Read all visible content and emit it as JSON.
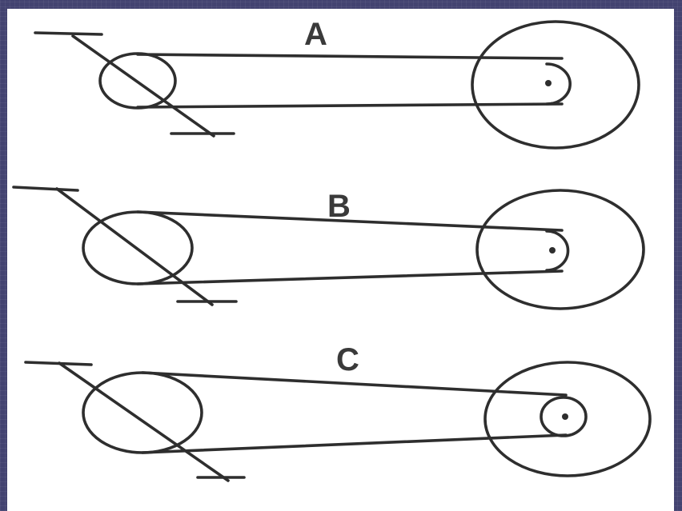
{
  "diagram": {
    "variants": [
      {
        "id": "a",
        "label": "A"
      },
      {
        "id": "b",
        "label": "B"
      },
      {
        "id": "c",
        "label": "C"
      }
    ]
  },
  "colors": {
    "slide_background": "#434370",
    "panel_background": "#ffffff",
    "ink": "#2e2e2e"
  }
}
